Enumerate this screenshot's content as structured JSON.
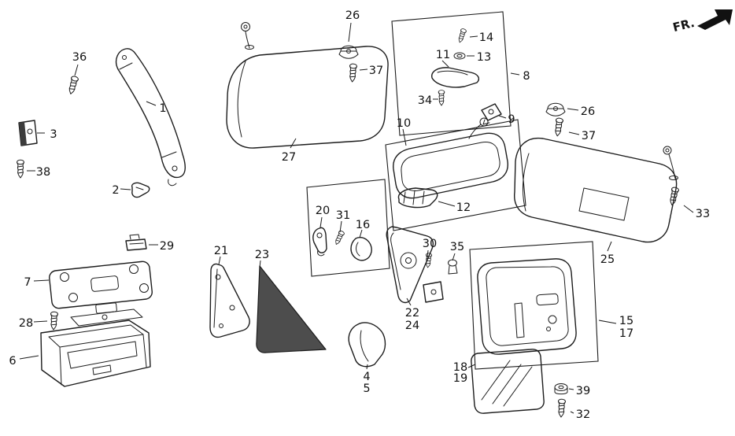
{
  "diagram": {
    "fr_label": "FR.",
    "callouts": [
      "36",
      "1",
      "3",
      "38",
      "2",
      "29",
      "7",
      "28",
      "6",
      "27",
      "26",
      "37",
      "14",
      "11",
      "13",
      "8",
      "34",
      "9",
      "10",
      "26",
      "37",
      "12",
      "33",
      "25",
      "20",
      "31",
      "16",
      "21",
      "23",
      "30",
      "35",
      "22",
      "24",
      "15",
      "17",
      "4",
      "5",
      "18",
      "19",
      "39",
      "32"
    ]
  }
}
